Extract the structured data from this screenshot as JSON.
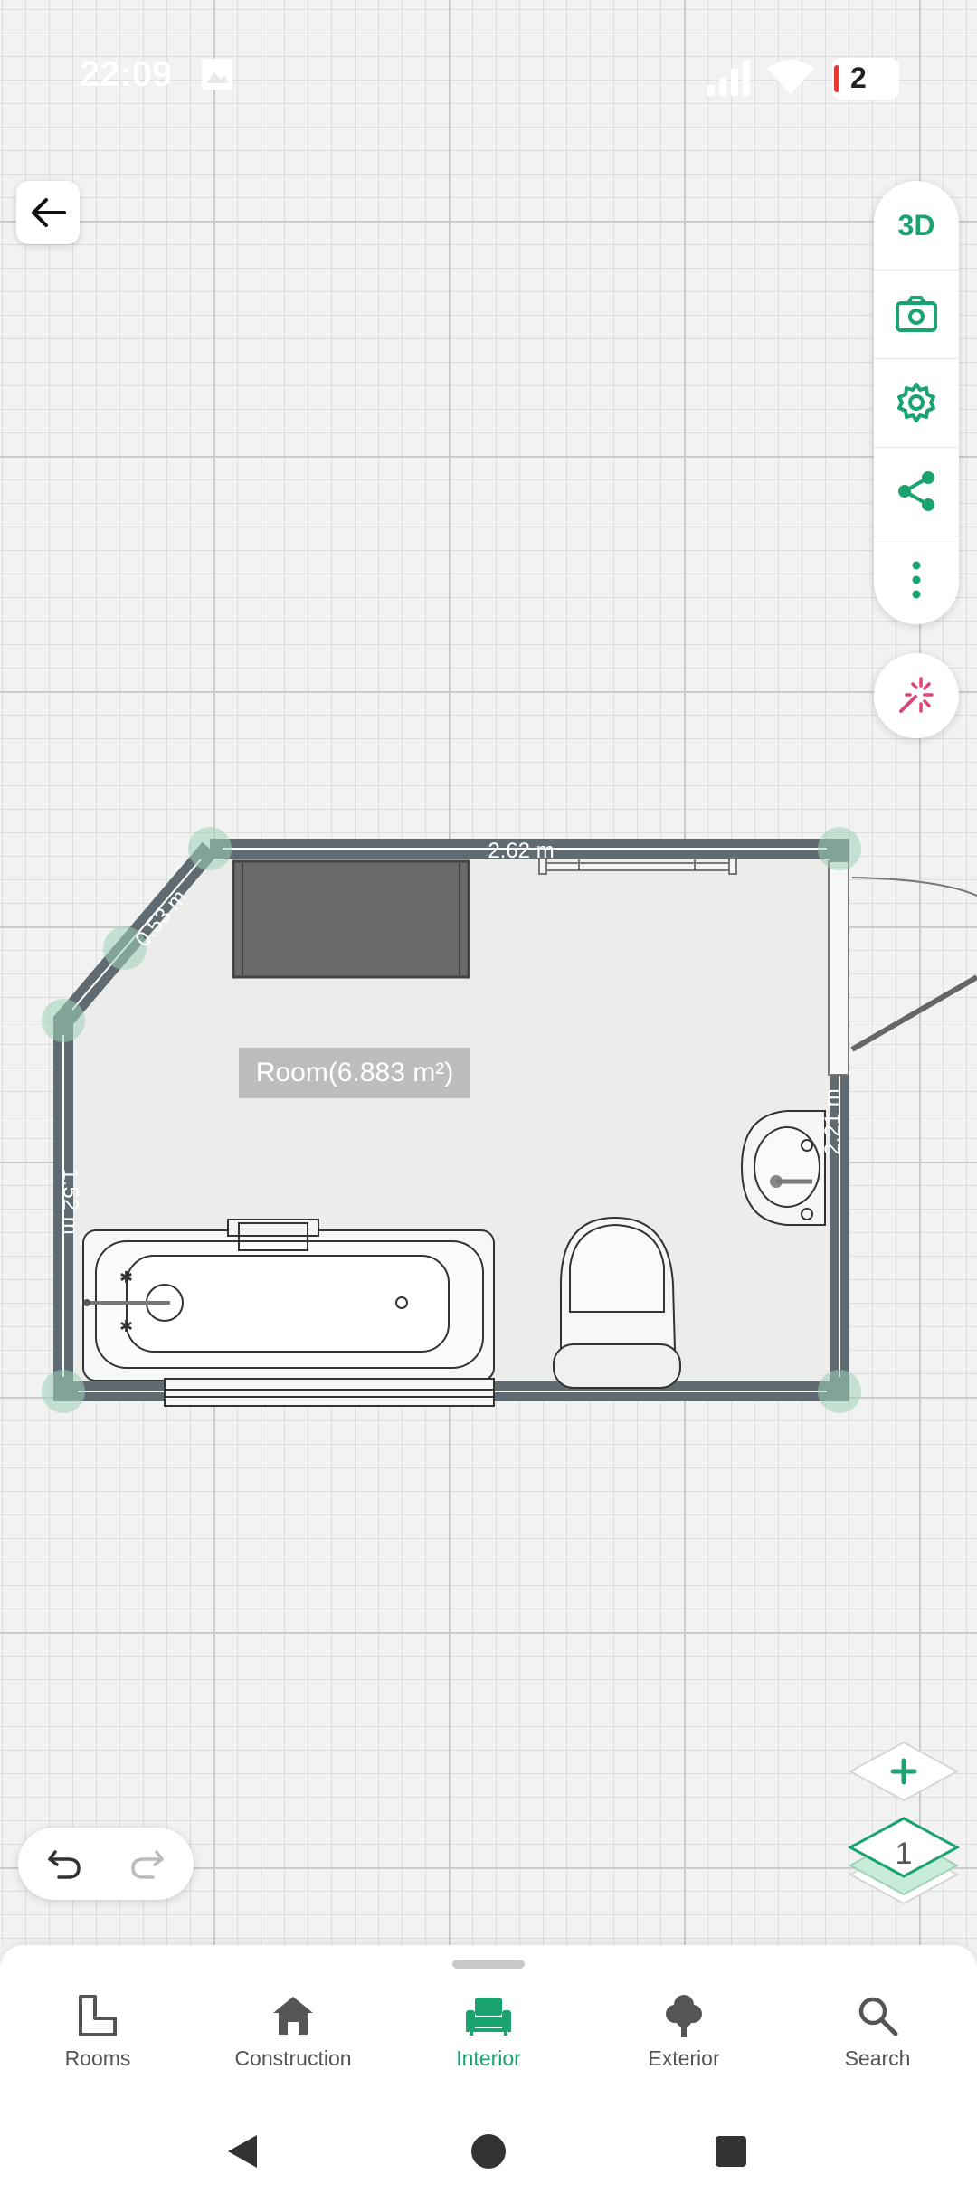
{
  "status_bar": {
    "time": "22:09",
    "battery_level": "2"
  },
  "toolbar": {
    "view_3d_label": "3D"
  },
  "plan": {
    "room_label": "Room(6.883 m²)",
    "dim_top": "2.62 m",
    "dim_diag": "0.53 m",
    "dim_left": "1.52 m",
    "dim_right": "2.21 m"
  },
  "level": {
    "current": "1"
  },
  "bottom_nav": {
    "items": [
      {
        "label": "Rooms",
        "icon": "rooms-icon"
      },
      {
        "label": "Construction",
        "icon": "house-icon"
      },
      {
        "label": "Interior",
        "icon": "armchair-icon"
      },
      {
        "label": "Exterior",
        "icon": "tree-icon"
      },
      {
        "label": "Search",
        "icon": "search-icon"
      }
    ],
    "active": "Interior"
  },
  "colors": {
    "accent": "#1aa36f",
    "wall": "#5f6b70",
    "magic": "#e0437a"
  }
}
